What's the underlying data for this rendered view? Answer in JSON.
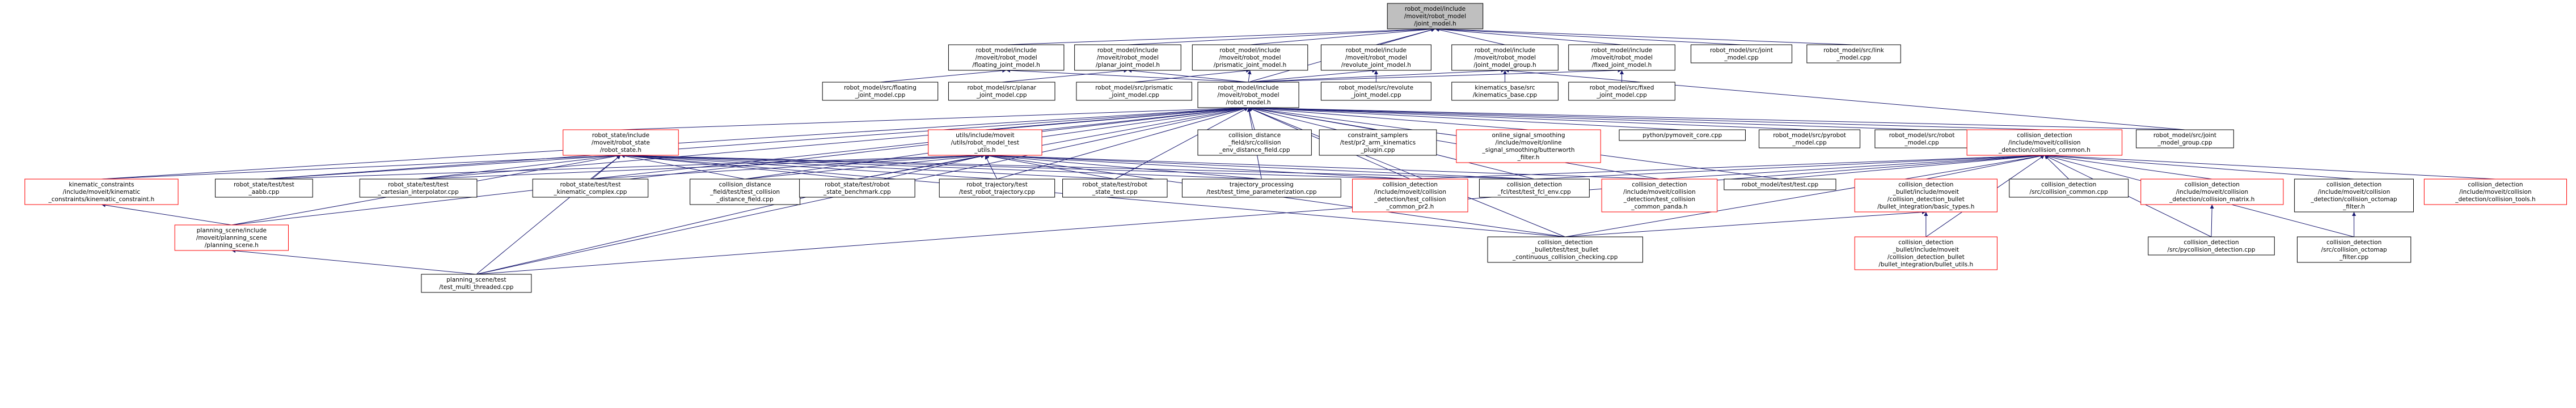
{
  "colors": {
    "node_fill": "#ffffff",
    "node_border": "#000000",
    "node_border_special": "#ff0000",
    "root_fill": "#bfbfbf",
    "edge": "#191970",
    "text": "#000000"
  },
  "nodes": [
    {
      "id": "root",
      "lines": [
        "robot_model/include",
        "/moveit/robot_model",
        "/joint_model.h"
      ],
      "root": true
    },
    {
      "id": "floating_h",
      "lines": [
        "robot_model/include",
        "/moveit/robot_model",
        "/floating_joint_model.h"
      ]
    },
    {
      "id": "planar_h",
      "lines": [
        "robot_model/include",
        "/moveit/robot_model",
        "/planar_joint_model.h"
      ]
    },
    {
      "id": "prismatic_h",
      "lines": [
        "robot_model/include",
        "/moveit/robot_model",
        "/prismatic_joint_model.h"
      ]
    },
    {
      "id": "revolute_h",
      "lines": [
        "robot_model/include",
        "/moveit/robot_model",
        "/revolute_joint_model.h"
      ]
    },
    {
      "id": "jmg_h",
      "lines": [
        "robot_model/include",
        "/moveit/robot_model",
        "/joint_model_group.h"
      ]
    },
    {
      "id": "fixed_h",
      "lines": [
        "robot_model/include",
        "/moveit/robot_model",
        "/fixed_joint_model.h"
      ]
    },
    {
      "id": "joint_cpp",
      "lines": [
        "robot_model/src/joint",
        "_model.cpp"
      ]
    },
    {
      "id": "link_cpp",
      "lines": [
        "robot_model/src/link",
        "_model.cpp"
      ]
    },
    {
      "id": "floating_cpp",
      "lines": [
        "robot_model/src/floating",
        "_joint_model.cpp"
      ]
    },
    {
      "id": "planar_cpp",
      "lines": [
        "robot_model/src/planar",
        "_joint_model.cpp"
      ]
    },
    {
      "id": "prismatic_cpp",
      "lines": [
        "robot_model/src/prismatic",
        "_joint_model.cpp"
      ]
    },
    {
      "id": "robot_model_h",
      "lines": [
        "robot_model/include",
        "/moveit/robot_model",
        "/robot_model.h"
      ]
    },
    {
      "id": "kin_base_cpp",
      "lines": [
        "kinematics_base/src",
        "/kinematics_base.cpp"
      ]
    },
    {
      "id": "fixed_cpp",
      "lines": [
        "robot_model/src/fixed",
        "_joint_model.cpp"
      ]
    },
    {
      "id": "revolute_cpp",
      "lines": [
        "robot_model/src/revolute",
        "_joint_model.cpp"
      ]
    },
    {
      "id": "robot_state_h",
      "lines": [
        "robot_state/include",
        "/moveit/robot_state",
        "/robot_state.h"
      ],
      "special": true
    },
    {
      "id": "utils_h",
      "lines": [
        "utils/include/moveit",
        "/utils/robot_model_test",
        "_utils.h"
      ],
      "special": true
    },
    {
      "id": "cd_distance_field_cpp",
      "lines": [
        "collision_distance",
        "_field/src/collision",
        "_env_distance_field.cpp"
      ]
    },
    {
      "id": "cs_arm_kin_cpp",
      "lines": [
        "constraint_samplers",
        "/test/pr2_arm_kinematics",
        "_plugin.cpp"
      ]
    },
    {
      "id": "online_signal_h",
      "lines": [
        "online_signal_smoothing",
        "/include/moveit/online",
        "_signal_smoothing/butterworth",
        "_filter.h"
      ],
      "special": true
    },
    {
      "id": "pymoveit_core_cpp",
      "lines": [
        "python/pymoveit_core.cpp"
      ]
    },
    {
      "id": "pyrobot_model_cpp",
      "lines": [
        "robot_model/src/pyrobot",
        "_model.cpp"
      ]
    },
    {
      "id": "robot_model_cpp",
      "lines": [
        "robot_model/src/robot",
        "_model.cpp"
      ]
    },
    {
      "id": "cd_common_h",
      "lines": [
        "collision_detection",
        "/include/moveit/collision",
        "_detection/collision_common.h"
      ],
      "special": true
    },
    {
      "id": "jmg_cpp",
      "lines": [
        "robot_model/src/joint",
        "_model_group.cpp"
      ]
    },
    {
      "id": "kin_constraint_h",
      "lines": [
        "kinematic_constraints",
        "/include/moveit/kinematic",
        "_constraints/kinematic_constraint.h"
      ],
      "special": true
    },
    {
      "id": "aabb_cpp",
      "lines": [
        "robot_state/test/test",
        "_aabb.cpp"
      ]
    },
    {
      "id": "cart_interp_cpp",
      "lines": [
        "robot_state/test/test",
        "_cartesian_interpolator.cpp"
      ]
    },
    {
      "id": "kin_complex_cpp",
      "lines": [
        "robot_state/test/test",
        "_kinematic_complex.cpp"
      ]
    },
    {
      "id": "cdf_test_cpp",
      "lines": [
        "collision_distance",
        "_field/test/test_collision",
        "_distance_field.cpp"
      ]
    },
    {
      "id": "rs_benchmark_cpp",
      "lines": [
        "robot_state/test/robot",
        "_state_benchmark.cpp"
      ]
    },
    {
      "id": "traj_test_cpp",
      "lines": [
        "robot_trajectory/test",
        "/test_robot_trajectory.cpp"
      ]
    },
    {
      "id": "rs_test_cpp",
      "lines": [
        "robot_state/test/robot",
        "_state_test.cpp"
      ]
    },
    {
      "id": "tp_param_cpp",
      "lines": [
        "trajectory_processing",
        "/test/test_time_parameterization.cpp"
      ]
    },
    {
      "id": "cd_common_pr2_h",
      "lines": [
        "collision_detection",
        "/include/moveit/collision",
        "_detection/test_collision",
        "_common_pr2.h"
      ],
      "special": true
    },
    {
      "id": "fcl_env_cpp",
      "lines": [
        "collision_detection",
        "_fcl/test/test_fcl_env.cpp"
      ]
    },
    {
      "id": "cd_common_panda_h",
      "lines": [
        "collision_detection",
        "/include/moveit/collision",
        "_detection/test_collision",
        "_common_panda.h"
      ],
      "special": true
    },
    {
      "id": "rm_test_cpp",
      "lines": [
        "robot_model/test/test.cpp"
      ]
    },
    {
      "id": "basic_types_h",
      "lines": [
        "collision_detection",
        "_bullet/include/moveit",
        "/collision_detection_bullet",
        "/bullet_integration/basic_types.h"
      ],
      "special": true
    },
    {
      "id": "cd_common_cpp",
      "lines": [
        "collision_detection",
        "/src/collision_common.cpp"
      ]
    },
    {
      "id": "cd_matrix_h",
      "lines": [
        "collision_detection",
        "/include/moveit/collision",
        "_detection/collision_matrix.h"
      ],
      "special": true
    },
    {
      "id": "cd_octomap_h",
      "lines": [
        "collision_detection",
        "/include/moveit/collision",
        "_detection/collision_octomap",
        "_filter.h"
      ]
    },
    {
      "id": "cd_tools_h",
      "lines": [
        "collision_detection",
        "/include/moveit/collision",
        "_detection/collision_tools.h"
      ],
      "special": true
    },
    {
      "id": "ps_h",
      "lines": [
        "planning_scene/include",
        "/moveit/planning_scene",
        "/planning_scene.h"
      ],
      "special": true
    },
    {
      "id": "bullet_cont_cpp",
      "lines": [
        "collision_detection",
        "_bullet/test/test_bullet",
        "_continuous_collision_checking.cpp"
      ]
    },
    {
      "id": "bullet_utils_h",
      "lines": [
        "collision_detection",
        "_bullet/include/moveit",
        "/collision_detection_bullet",
        "/bullet_integration/bullet_utils.h"
      ],
      "special": true
    },
    {
      "id": "pycd_cpp",
      "lines": [
        "collision_detection",
        "/src/pycollision_detection.cpp"
      ]
    },
    {
      "id": "octomap_filter_cpp",
      "lines": [
        "collision_detection",
        "/src/collision_octomap",
        "_filter.cpp"
      ]
    },
    {
      "id": "ps_multi_cpp",
      "lines": [
        "planning_scene/test",
        "/test_multi_threaded.cpp"
      ]
    }
  ],
  "edges": [
    [
      "floating_h",
      "root"
    ],
    [
      "planar_h",
      "root"
    ],
    [
      "prismatic_h",
      "root"
    ],
    [
      "revolute_h",
      "root"
    ],
    [
      "jmg_h",
      "root"
    ],
    [
      "fixed_h",
      "root"
    ],
    [
      "joint_cpp",
      "root"
    ],
    [
      "link_cpp",
      "root"
    ],
    [
      "robot_model_h",
      "root"
    ],
    [
      "floating_cpp",
      "floating_h"
    ],
    [
      "robot_model_h",
      "floating_h"
    ],
    [
      "planar_cpp",
      "planar_h"
    ],
    [
      "robot_model_h",
      "planar_h"
    ],
    [
      "prismatic_cpp",
      "prismatic_h"
    ],
    [
      "robot_model_h",
      "prismatic_h"
    ],
    [
      "revolute_cpp",
      "revolute_h"
    ],
    [
      "robot_model_h",
      "revolute_h"
    ],
    [
      "robot_model_h",
      "jmg_h"
    ],
    [
      "kin_base_cpp",
      "jmg_h"
    ],
    [
      "jmg_cpp",
      "jmg_h"
    ],
    [
      "fixed_cpp",
      "fixed_h"
    ],
    [
      "robot_model_h",
      "fixed_h"
    ],
    [
      "robot_state_h",
      "robot_model_h"
    ],
    [
      "utils_h",
      "robot_model_h"
    ],
    [
      "cd_distance_field_cpp",
      "robot_model_h"
    ],
    [
      "cs_arm_kin_cpp",
      "robot_model_h"
    ],
    [
      "online_signal_h",
      "robot_model_h"
    ],
    [
      "pymoveit_core_cpp",
      "robot_model_h"
    ],
    [
      "pyrobot_model_cpp",
      "robot_model_h"
    ],
    [
      "robot_model_cpp",
      "robot_model_h"
    ],
    [
      "cd_common_h",
      "robot_model_h"
    ],
    [
      "jmg_cpp",
      "robot_model_h"
    ],
    [
      "kin_constraint_h",
      "robot_model_h"
    ],
    [
      "aabb_cpp",
      "robot_model_h"
    ],
    [
      "cart_interp_cpp",
      "robot_model_h"
    ],
    [
      "kin_complex_cpp",
      "robot_model_h"
    ],
    [
      "cdf_test_cpp",
      "robot_model_h"
    ],
    [
      "rs_benchmark_cpp",
      "robot_model_h"
    ],
    [
      "traj_test_cpp",
      "robot_model_h"
    ],
    [
      "rs_test_cpp",
      "robot_model_h"
    ],
    [
      "tp_param_cpp",
      "robot_model_h"
    ],
    [
      "cd_common_pr2_h",
      "robot_model_h"
    ],
    [
      "fcl_env_cpp",
      "robot_model_h"
    ],
    [
      "cd_common_panda_h",
      "robot_model_h"
    ],
    [
      "rm_test_cpp",
      "robot_model_h"
    ],
    [
      "ps_h",
      "robot_model_h"
    ],
    [
      "bullet_cont_cpp",
      "robot_model_h"
    ],
    [
      "ps_multi_cpp",
      "robot_model_h"
    ],
    [
      "kin_constraint_h",
      "robot_state_h"
    ],
    [
      "aabb_cpp",
      "robot_state_h"
    ],
    [
      "cart_interp_cpp",
      "robot_state_h"
    ],
    [
      "kin_complex_cpp",
      "robot_state_h"
    ],
    [
      "cdf_test_cpp",
      "robot_state_h"
    ],
    [
      "rs_benchmark_cpp",
      "robot_state_h"
    ],
    [
      "traj_test_cpp",
      "robot_state_h"
    ],
    [
      "rs_test_cpp",
      "robot_state_h"
    ],
    [
      "tp_param_cpp",
      "robot_state_h"
    ],
    [
      "cd_common_pr2_h",
      "robot_state_h"
    ],
    [
      "fcl_env_cpp",
      "robot_state_h"
    ],
    [
      "ps_h",
      "robot_state_h"
    ],
    [
      "bullet_cont_cpp",
      "robot_state_h"
    ],
    [
      "ps_multi_cpp",
      "robot_state_h"
    ],
    [
      "aabb_cpp",
      "utils_h"
    ],
    [
      "cart_interp_cpp",
      "utils_h"
    ],
    [
      "kin_complex_cpp",
      "utils_h"
    ],
    [
      "cdf_test_cpp",
      "utils_h"
    ],
    [
      "rs_benchmark_cpp",
      "utils_h"
    ],
    [
      "traj_test_cpp",
      "utils_h"
    ],
    [
      "rs_test_cpp",
      "utils_h"
    ],
    [
      "tp_param_cpp",
      "utils_h"
    ],
    [
      "cd_common_pr2_h",
      "utils_h"
    ],
    [
      "fcl_env_cpp",
      "utils_h"
    ],
    [
      "cd_common_panda_h",
      "utils_h"
    ],
    [
      "bullet_cont_cpp",
      "utils_h"
    ],
    [
      "ps_multi_cpp",
      "utils_h"
    ],
    [
      "cd_common_pr2_h",
      "cd_common_h"
    ],
    [
      "fcl_env_cpp",
      "cd_common_h"
    ],
    [
      "cd_common_panda_h",
      "cd_common_h"
    ],
    [
      "rm_test_cpp",
      "cd_common_h"
    ],
    [
      "basic_types_h",
      "cd_common_h"
    ],
    [
      "cd_common_cpp",
      "cd_common_h"
    ],
    [
      "cd_matrix_h",
      "cd_common_h"
    ],
    [
      "cd_octomap_h",
      "cd_common_h"
    ],
    [
      "cd_tools_h",
      "cd_common_h"
    ],
    [
      "bullet_cont_cpp",
      "cd_common_h"
    ],
    [
      "bullet_utils_h",
      "cd_common_h"
    ],
    [
      "pycd_cpp",
      "cd_common_h"
    ],
    [
      "octomap_filter_cpp",
      "cd_common_h"
    ],
    [
      "ps_multi_cpp",
      "cd_common_h"
    ],
    [
      "ps_h",
      "kin_constraint_h"
    ],
    [
      "ps_multi_cpp",
      "ps_h"
    ],
    [
      "bullet_cont_cpp",
      "basic_types_h"
    ],
    [
      "bullet_utils_h",
      "basic_types_h"
    ],
    [
      "pycd_cpp",
      "cd_matrix_h"
    ],
    [
      "octomap_filter_cpp",
      "cd_octomap_h"
    ]
  ]
}
